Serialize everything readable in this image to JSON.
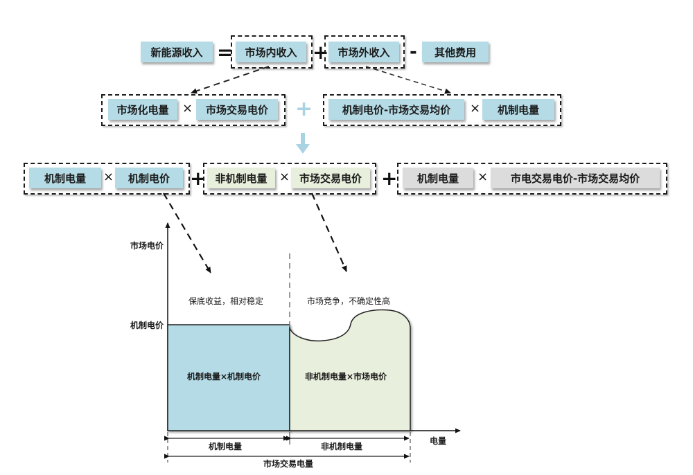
{
  "row1": {
    "new_energy_income": "新能源收入",
    "equals": "=",
    "in_market_income": "市场内收入",
    "plus": "+",
    "out_market_income": "市场外收入",
    "minus": "-",
    "other_costs": "其他费用"
  },
  "row2": {
    "left": {
      "a": "市场化电量",
      "times": "×",
      "b": "市场交易电价"
    },
    "plus": "+",
    "right": {
      "a": "机制电价-市场交易均价",
      "times": "×",
      "b": "机制电量"
    }
  },
  "row3": {
    "group1": {
      "a": "机制电量",
      "times": "×",
      "b": "机制电价"
    },
    "plus1": "+",
    "group2": {
      "a": "非机制电量",
      "times": "×",
      "b": "市场交易电价"
    },
    "plus2": "+",
    "group3": {
      "a": "机制电量",
      "times": "×",
      "b": "市电交易电价-市场交易均价"
    }
  },
  "chart": {
    "y_axis_label": "市场电价",
    "y_tick_label": "机制电价",
    "x_axis_label": "电量",
    "left_region_note": "保底收益，相对稳定",
    "right_region_note": "市场竞争，不确定性高",
    "left_area_label": "机制电量×机制电价",
    "right_area_label": "非机制电量×市场电价",
    "dim_left": "机制电量",
    "dim_right": "非机制电量",
    "dim_total": "市场交易电量"
  },
  "colors": {
    "mechanism_blue": "#b5dbe6",
    "non_mechanism_green": "#e8efdc",
    "adjustment_gray": "#dcdcdc",
    "plus_arrow_light_blue": "#a9d3e3"
  }
}
